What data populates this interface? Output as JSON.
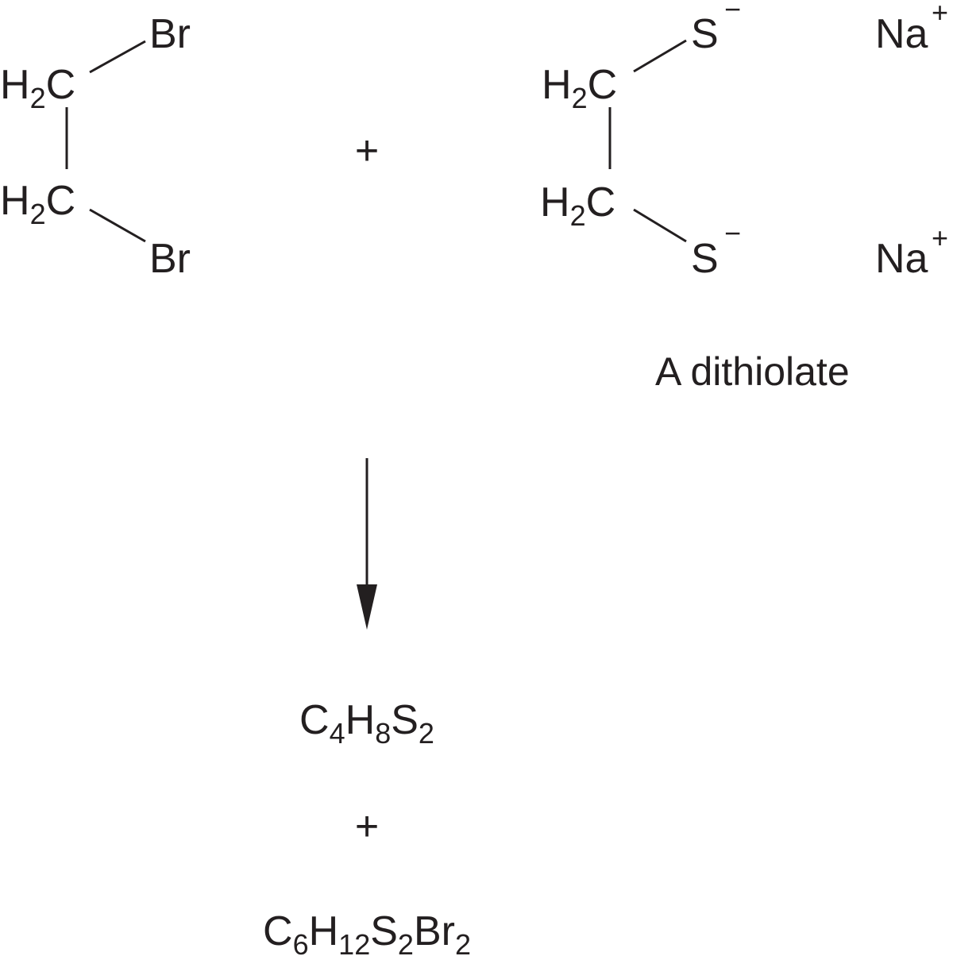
{
  "reactant1": {
    "top_carbon": {
      "main": "H",
      "sub": "2",
      "tail": "C"
    },
    "bottom_carbon": {
      "main": "H",
      "sub": "2",
      "tail": "C"
    },
    "top_halogen": "Br",
    "bottom_halogen": "Br"
  },
  "plus_reactants": "+",
  "reactant2": {
    "top_carbon": {
      "main": "H",
      "sub": "2",
      "tail": "C"
    },
    "bottom_carbon": {
      "main": "H",
      "sub": "2",
      "tail": "C"
    },
    "top_sulfur": {
      "atom": "S",
      "charge": "−"
    },
    "bottom_sulfur": {
      "atom": "S",
      "charge": "−"
    },
    "counterion_top": {
      "atom": "Na",
      "charge": "+"
    },
    "counterion_bottom": {
      "atom": "Na",
      "charge": "+"
    },
    "caption": "A dithiolate"
  },
  "product1": {
    "parts": [
      {
        "el": "C",
        "n": "4"
      },
      {
        "el": "H",
        "n": "8"
      },
      {
        "el": "S",
        "n": "2"
      }
    ]
  },
  "plus_products": "+",
  "product2": {
    "parts": [
      {
        "el": "C",
        "n": "6"
      },
      {
        "el": "H",
        "n": "12"
      },
      {
        "el": "S",
        "n": "2"
      },
      {
        "el": "Br",
        "n": "2"
      }
    ]
  }
}
